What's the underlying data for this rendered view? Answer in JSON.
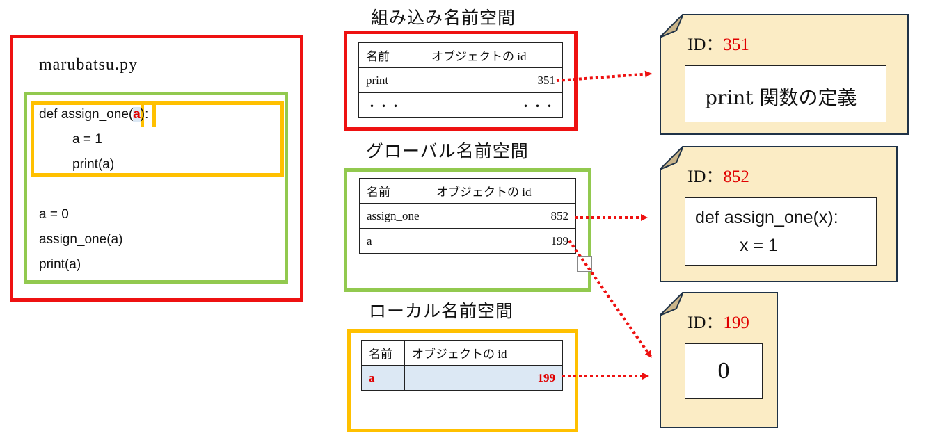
{
  "file": {
    "filename": "marubatsu.py",
    "code_lines": [
      "def assign_one(",
      "a",
      "):",
      "a = 1",
      "print(a)",
      "a = 0",
      "assign_one(a)",
      "print(a)"
    ]
  },
  "builtin_ns": {
    "title": "組み込み名前空間",
    "headers": [
      "名前",
      "オブジェクトの id"
    ],
    "rows": [
      [
        "print",
        "351"
      ],
      [
        "・・・",
        "・・・"
      ]
    ]
  },
  "global_ns": {
    "title": "グローバル名前空間",
    "headers": [
      "名前",
      "オブジェクトの id"
    ],
    "rows": [
      [
        "assign_one",
        "852"
      ],
      [
        "a",
        "199"
      ]
    ]
  },
  "local_ns": {
    "title": "ローカル名前空間",
    "headers": [
      "名前",
      "オブジェクトの  id"
    ],
    "rows": [
      [
        "a",
        "199"
      ]
    ]
  },
  "objects": {
    "obj351": {
      "id_label": "ID：",
      "id_value": "351",
      "content": "print 関数の定義"
    },
    "obj852": {
      "id_label": "ID：",
      "id_value": "852",
      "content_lines": [
        "def assign_one(x):",
        "x = 1"
      ]
    },
    "obj199": {
      "id_label": "ID：",
      "id_value": "199",
      "content": "0"
    }
  },
  "colors": {
    "red": "#ee1111",
    "green": "#92c94f",
    "yellow": "#ffc000",
    "object_fill": "#fbecc5",
    "arrow": "#ee1111"
  }
}
